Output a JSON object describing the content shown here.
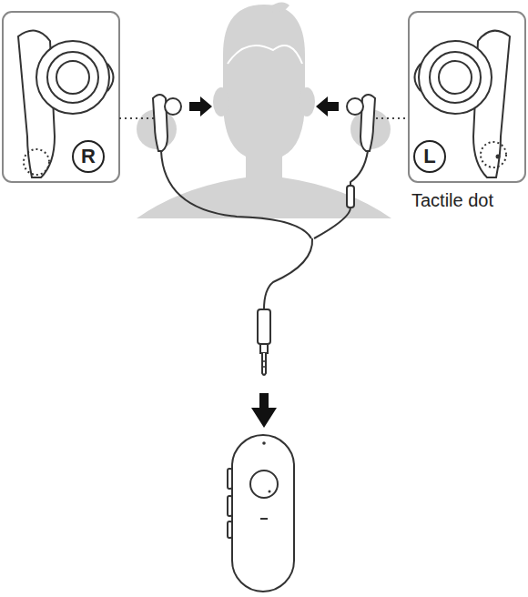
{
  "diagram": {
    "nodes": [
      {
        "text": [
          "R"
        ]
      },
      {
        "text": [
          "L"
        ]
      }
    ],
    "labels": [
      "Tactile dot"
    ]
  }
}
